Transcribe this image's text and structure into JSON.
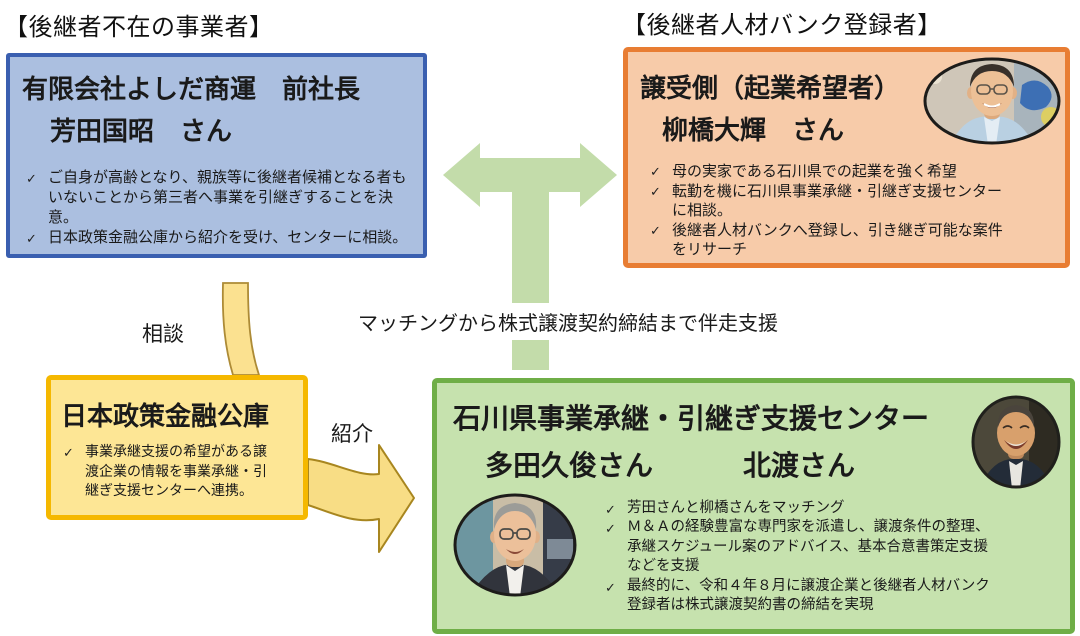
{
  "glyphs": {
    "check": "✓"
  },
  "headers": {
    "left": "【後継者不在の事業者】",
    "right": "【後継者人材バンク登録者】"
  },
  "labels": {
    "consult": "相談",
    "introduce": "紹介",
    "support": "マッチングから株式譲渡契約締結まで伴走支援"
  },
  "boxes": {
    "seller": {
      "title_line1": "有限会社よしだ商運　前社長",
      "title_line2": "芳田国昭　さん",
      "bullets": [
        "ご自身が高齢となり、親族等に後継者候補となる者もいないことから第三者へ事業を引継ぎすることを決意。",
        "日本政策金融公庫から紹介を受け、センターに相談。"
      ]
    },
    "buyer": {
      "title_line1": "譲受側（起業希望者）",
      "title_line2": "柳橋大輝　さん",
      "photo_alt": "柳橋大輝さんの写真",
      "bullets": [
        "母の実家である石川県での起業を強く希望",
        "転勤を機に石川県事業承継・引継ぎ支援センターに相談。",
        "後継者人材バンクへ登録し、引き継ぎ可能な案件をリサーチ"
      ]
    },
    "jfc": {
      "title": "日本政策金融公庫",
      "bullets": [
        "事業承継支援の希望がある譲渡企業の情報を事業承継・引継ぎ支援センターへ連携。"
      ]
    },
    "center": {
      "title_line1": "石川県事業承継・引継ぎ支援センター",
      "person_left": "多田久俊さん",
      "person_right": "北渡さん",
      "photo_left_alt": "多田久俊さんの写真",
      "photo_right_alt": "北渡さんの写真",
      "bullets": [
        "芳田さんと柳橋さんをマッチング",
        "Ｍ＆Ａの経験豊富な専門家を派遣し、譲渡条件の整理、承継スケジュール案のアドバイス、基本合意書策定支援などを支援",
        "最終的に、令和４年８月に譲渡企業と後継者人材バンク登録者は株式譲渡契約書の締結を実現"
      ]
    }
  },
  "colors": {
    "seller_fill": "#abbfe0",
    "seller_border": "#3a5fb0",
    "buyer_fill": "#f7cba9",
    "buyer_border": "#e87d33",
    "jfc_fill": "#fde695",
    "jfc_border": "#f5b800",
    "center_fill": "#c6e2ae",
    "center_border": "#6fae47",
    "green_arrow": "#c3dcaa",
    "yellow_arrow_fill": "#f8dd85",
    "yellow_arrow_outline": "#a8861f",
    "background": "#ffffff",
    "text": "#1a1a1a"
  }
}
